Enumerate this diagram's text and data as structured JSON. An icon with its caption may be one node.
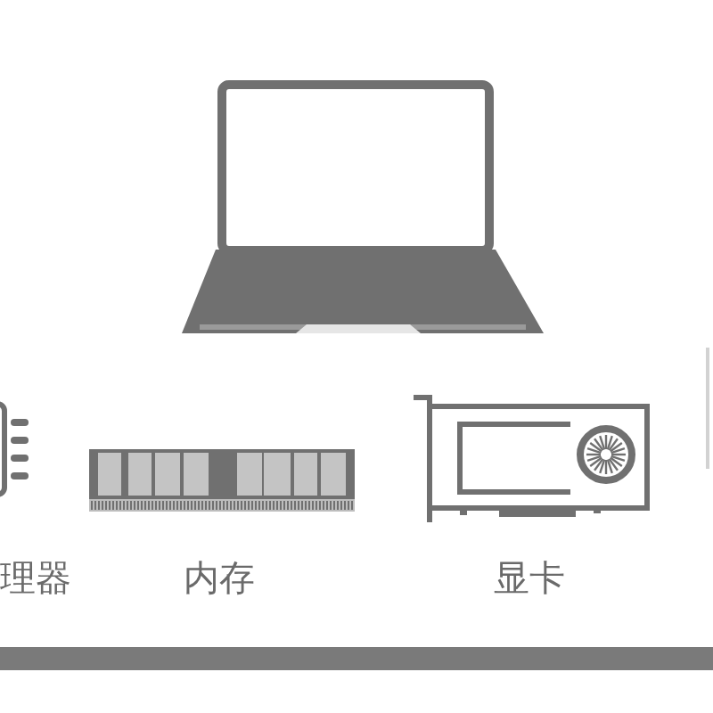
{
  "diagram": {
    "labels": [
      "理器",
      "内存",
      "显卡"
    ]
  }
}
